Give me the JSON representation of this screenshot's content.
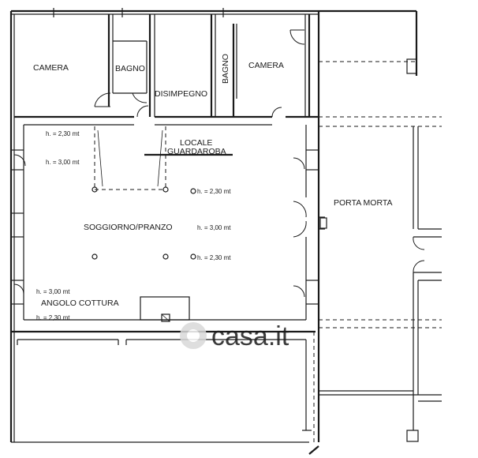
{
  "rooms": {
    "camera_left": "CAMERA",
    "bagno_left": "BAGNO",
    "disimpegno": "DISIMPEGNO",
    "bagno_right": "BAGNO",
    "camera_right": "CAMERA",
    "locale_guardaroba_line1": "LOCALE",
    "locale_guardaroba_line2": "GUARDAROBA",
    "porta_morta": "PORTA MORTA",
    "soggiorno": "SOGGIORNO/PRANZO",
    "angolo_cottura": "ANGOLO COTTURA"
  },
  "heights": {
    "h_230_top": "h. = 2,30 mt",
    "h_300_top": "h. = 3,00 mt",
    "h_230_center_top": "h. = 2,30 mt",
    "h_300_center": "h. = 3,00 mt",
    "h_230_center_bottom": "h. = 2,30 mt",
    "h_300_bottom": "h. = 3,00 mt",
    "h_230_bottom": "h. = 2,30 mt"
  },
  "watermark": {
    "text": "casa.it"
  }
}
